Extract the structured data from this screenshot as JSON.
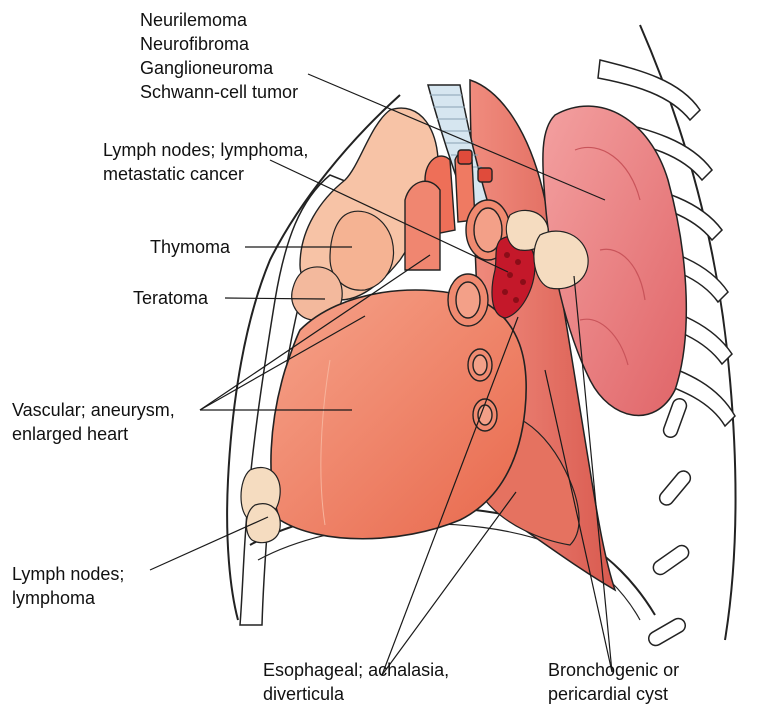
{
  "figure": {
    "labels": {
      "neurogenic": {
        "line1": "Neurilemoma",
        "line2": "Neurofibroma",
        "line3": "Ganglioneuroma",
        "line4": "Schwann-cell tumor"
      },
      "lymph_upper": {
        "line1": "Lymph nodes; lymphoma,",
        "line2": "metastatic cancer"
      },
      "thymoma": "Thymoma",
      "teratoma": "Teratoma",
      "vascular": {
        "line1": "Vascular; aneurysm,",
        "line2": "enlarged heart"
      },
      "lymph_lower": {
        "line1": "Lymph nodes;",
        "line2": "lymphoma"
      },
      "esophageal": {
        "line1": "Esophageal; achalasia,",
        "line2": "diverticula"
      },
      "cyst": {
        "line1": "Bronchogenic or",
        "line2": "pericardial cyst"
      }
    },
    "colors": {
      "heart": "#f08a70",
      "heart_dark": "#e4654a",
      "thymus": "#f7bfa2",
      "muscle": "#e26d60",
      "lung_mass": "#ec7d7e",
      "lymph_node": "#f5dcc0",
      "lymphoma_dots": "#c4182a",
      "trachea": "#d6e6f0",
      "rib": "#ffffff",
      "rib_shadow": "#d6d6d6",
      "outline": "#222222"
    }
  }
}
